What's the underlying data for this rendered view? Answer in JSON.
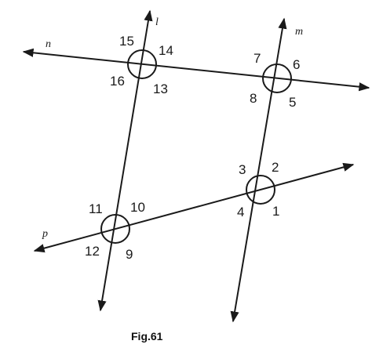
{
  "figure": {
    "caption": "Fig.61",
    "line_names": {
      "l": "l",
      "m": "m",
      "n": "n",
      "p": "p"
    },
    "angle_labels": {
      "a1": "1",
      "a2": "2",
      "a3": "3",
      "a4": "4",
      "a5": "5",
      "a6": "6",
      "a7": "7",
      "a8": "8",
      "a9": "9",
      "a10": "10",
      "a11": "11",
      "a12": "12",
      "a13": "13",
      "a14": "14",
      "a15": "15",
      "a16": "16"
    },
    "colors": {
      "ink": "#1a1a1a",
      "background": "#ffffff"
    }
  }
}
